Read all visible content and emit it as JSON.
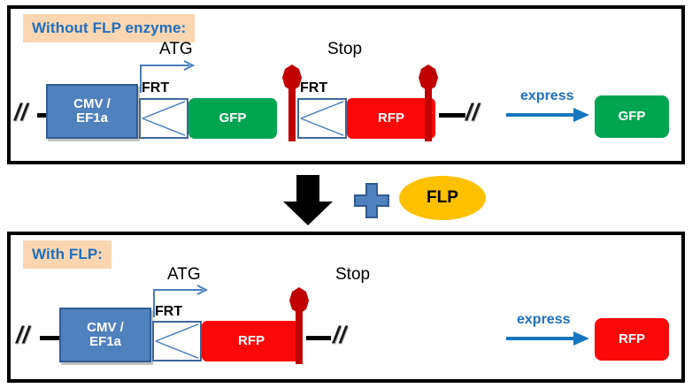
{
  "figure": {
    "title_without": "Without FLP enzyme:",
    "title_with": "With FLP:"
  },
  "colors": {
    "title_text": "#1f6fc0",
    "title_background": "#fad6b0",
    "promoter": "#4f81bd",
    "promoter_border": "#2f5d94",
    "gfp": "#00a550",
    "rfp": "#fa0909",
    "stop": "#c00000",
    "frt_border": "#3f6699",
    "flp_oval": "#ffc000",
    "plus": "#4f81bd",
    "express_arrow": "#1f6fc0",
    "panel_border": "#000000"
  },
  "panel_without_flp": {
    "title": "Without FLP enzyme:",
    "break_left": "//",
    "break_right": "//",
    "promoter": "CMV /\nEF1a",
    "promoter_line1": "CMV /",
    "promoter_line2": "EF1a",
    "atg_label": "ATG",
    "stop_label": "Stop",
    "frt1_label": "FRT",
    "frt2_label": "FRT",
    "gene1": "GFP",
    "gene2": "RFP",
    "stop_icons": 2,
    "express_label": "express",
    "output": "GFP",
    "output_color": "#00a550"
  },
  "transition": {
    "down_arrow": "down-arrow",
    "plus": "+",
    "enzyme": "FLP"
  },
  "panel_with_flp": {
    "title": "With FLP:",
    "break_left": "//",
    "break_right": "//",
    "promoter_line1": "CMV /",
    "promoter_line2": "EF1a",
    "atg_label": "ATG",
    "stop_label": "Stop",
    "frt1_label": "FRT",
    "gene1": "RFP",
    "stop_icons": 1,
    "express_label": "express",
    "output": "RFP",
    "output_color": "#fa0909"
  }
}
